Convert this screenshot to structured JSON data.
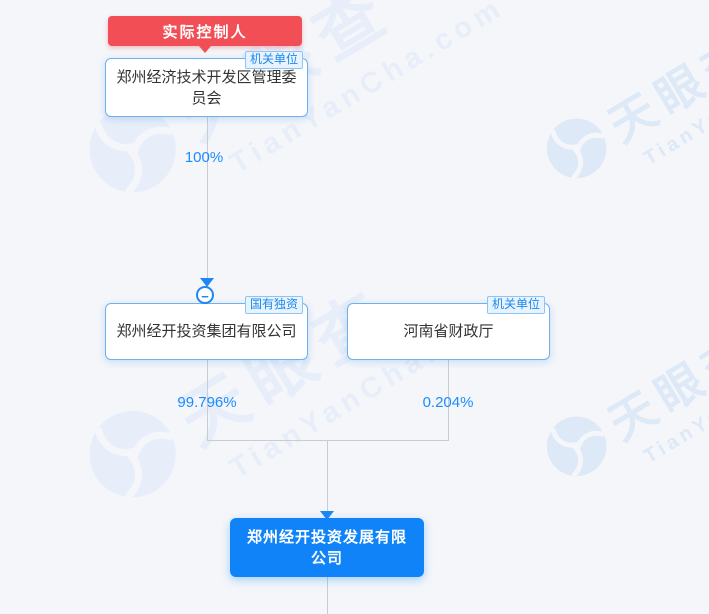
{
  "brand": {
    "name": "天眼查",
    "domain": "TianYanCha.com"
  },
  "controller_badge": "实际控制人",
  "collapse_glyph": "−",
  "nodes": {
    "controller": {
      "name": "郑州经济技术开发区管理委员会",
      "tag": "机关单位"
    },
    "group": {
      "name": "郑州经开投资集团有限公司",
      "tag": "国有独资"
    },
    "finance": {
      "name": "河南省财政厅",
      "tag": "机关单位"
    },
    "company": {
      "name": "郑州经开投资发展有限公司"
    }
  },
  "edges": {
    "controller_to_group_pct": "100%",
    "group_to_company_pct": "99.796%",
    "finance_to_company_pct": "0.204%"
  },
  "colors": {
    "background": "#f4f6fa",
    "accent_blue": "#1f87f2",
    "company_fill": "#1083f8",
    "badge_red": "#f14e55",
    "line_gray": "#c9cdd2",
    "watermark_blue": "#dde9f7"
  }
}
